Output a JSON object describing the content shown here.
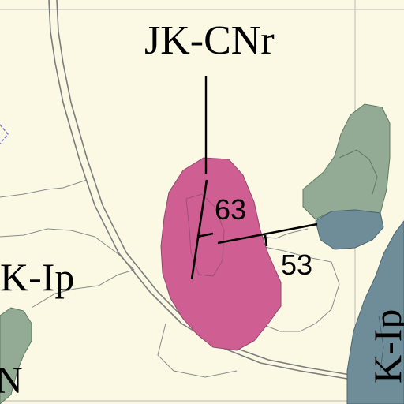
{
  "map": {
    "colors": {
      "background": "#fbf9e4",
      "pink_unit": "#cf5f92",
      "green_unit": "#93ab94",
      "slate_unit": "#6f8d99",
      "contour": "#8a8a8a",
      "road": "#7c7c7c",
      "grid_line": "#b9b9b9",
      "boundary_marker": "#7777cc"
    },
    "labels": {
      "unit_main": "JK-CNr",
      "unit_left": "K-Ip",
      "unit_right": "K-Ip",
      "unit_bottom_left": "N",
      "strike_dip_1": "63",
      "strike_dip_2": "53"
    }
  }
}
